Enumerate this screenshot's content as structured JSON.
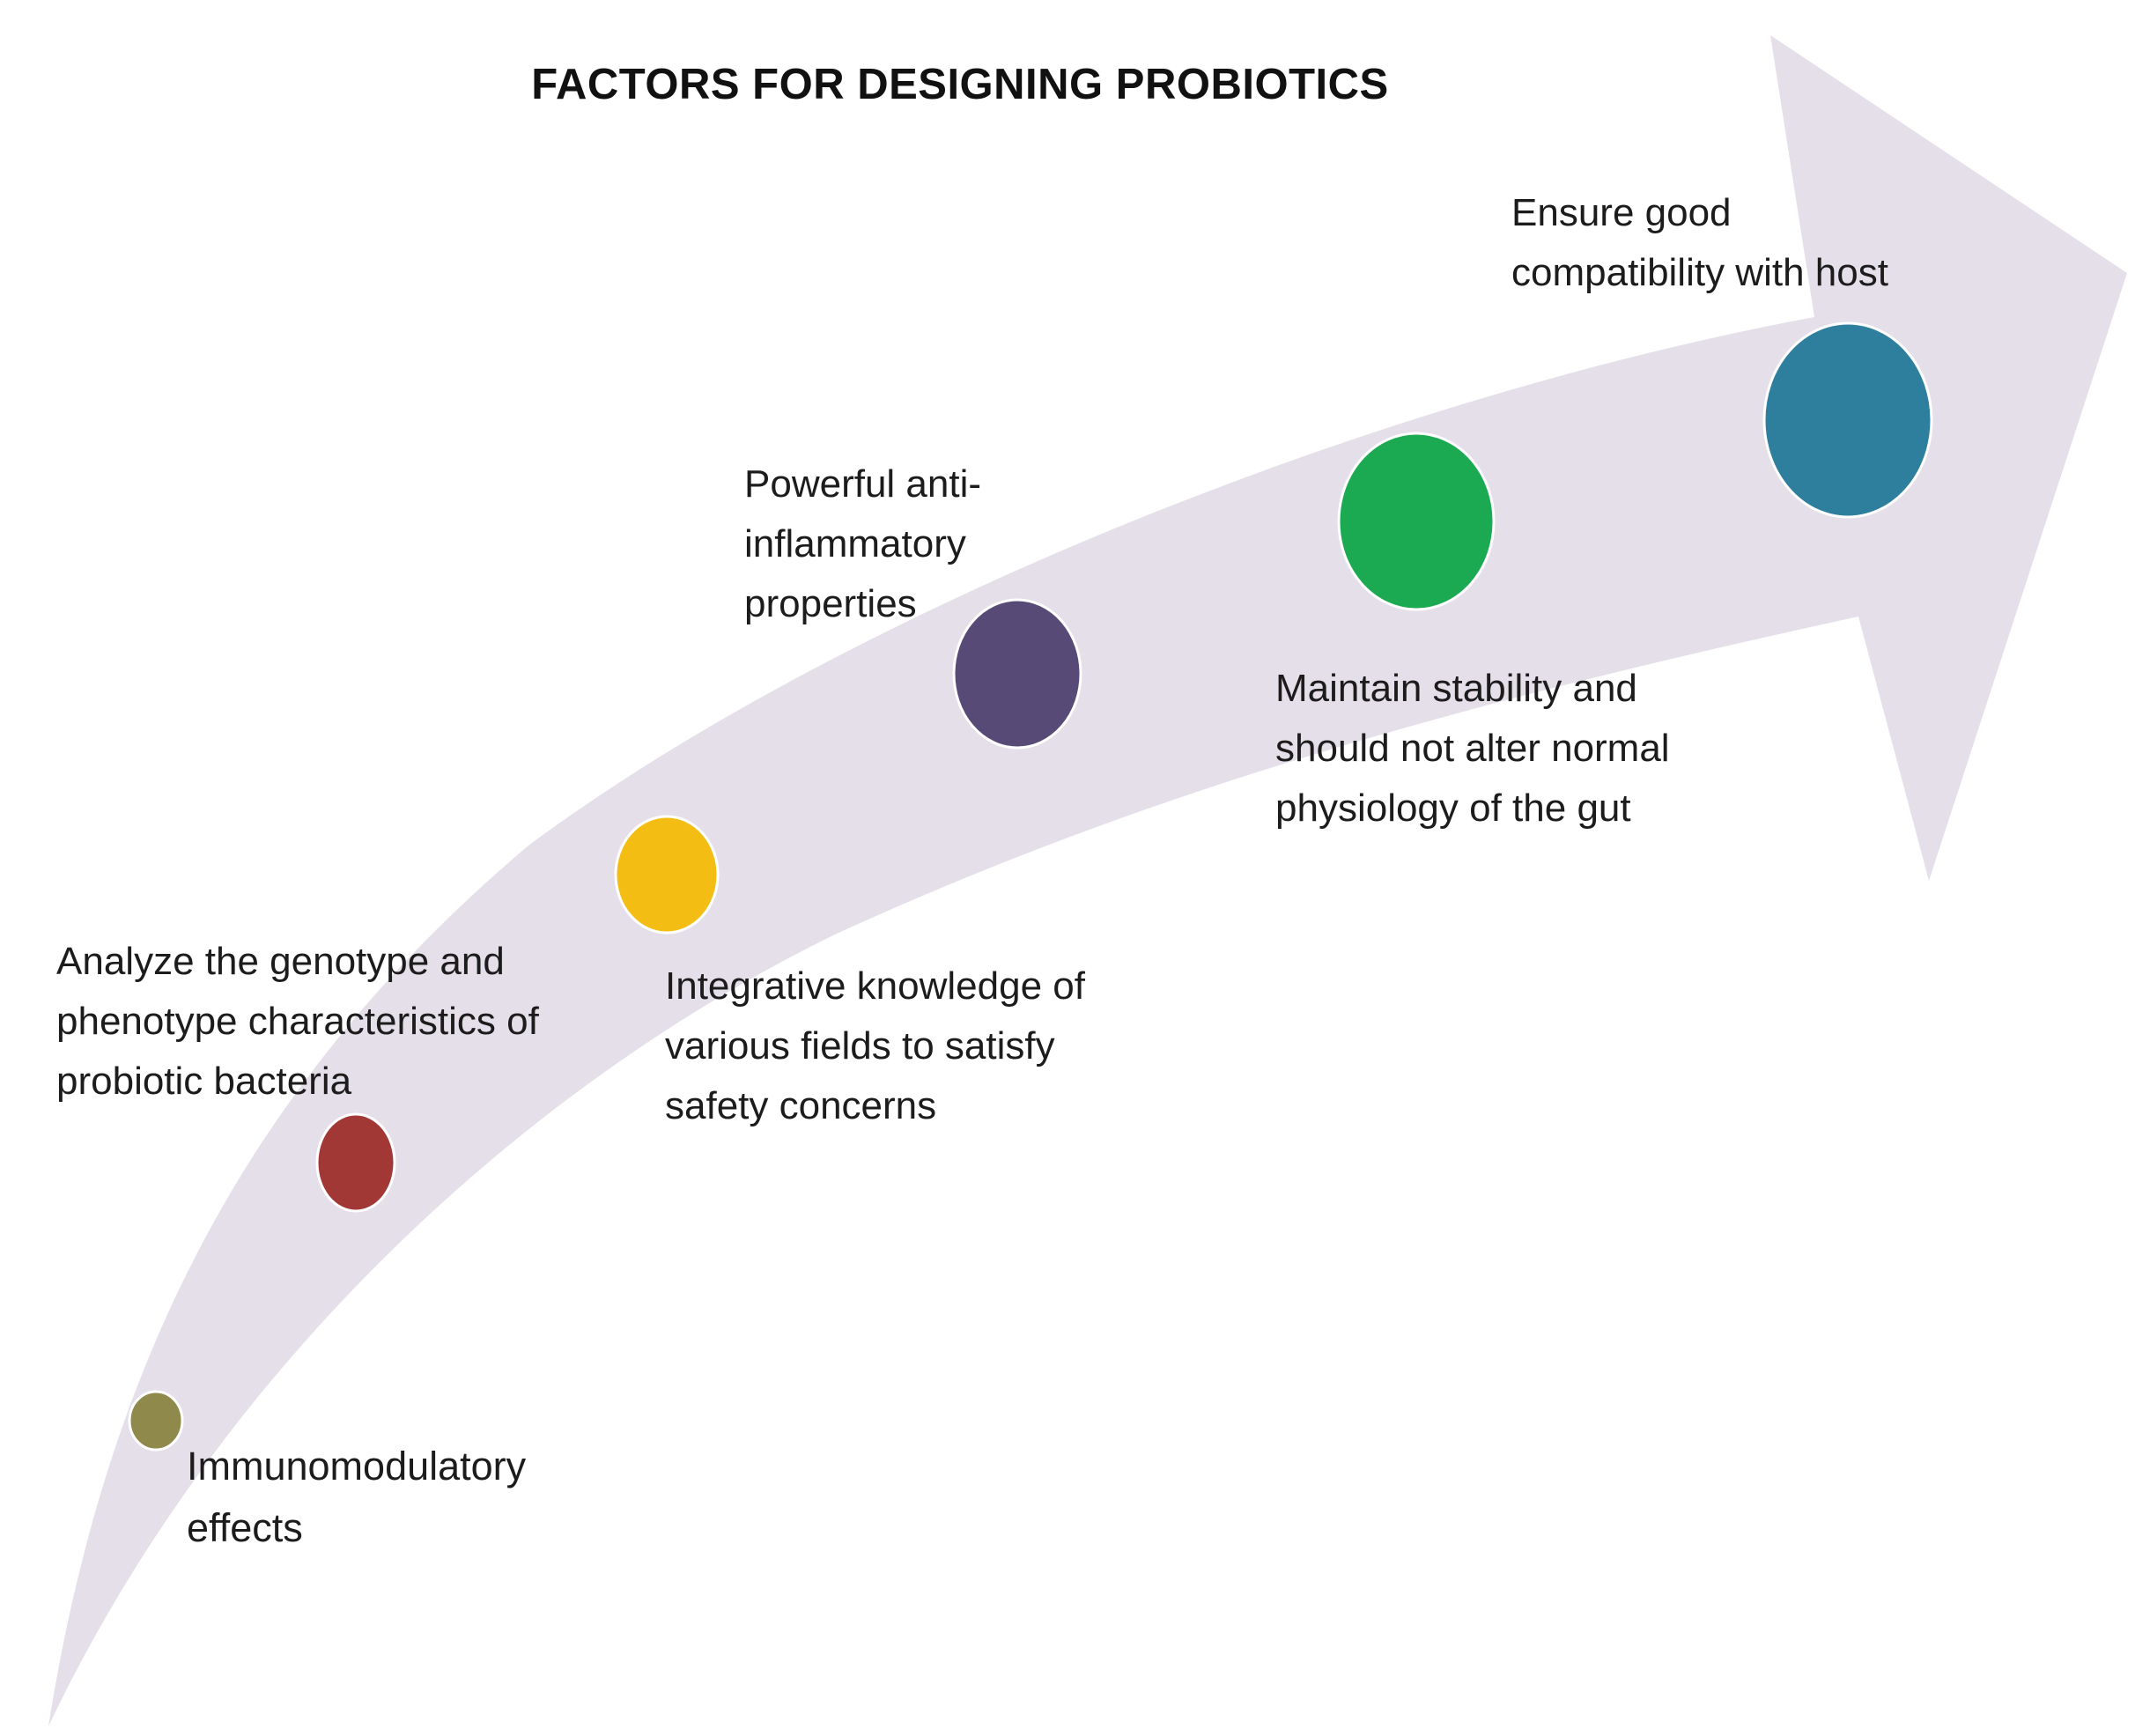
{
  "title": "FACTORS FOR DESIGNING PROBIOTICS",
  "arrow_color": "#e5dfe9",
  "steps": [
    {
      "label": "Immunomodulatory\neffects",
      "color": "#8f8a4b"
    },
    {
      "label": "Analyze the genotype and\nphenotype characteristics of\nprobiotic bacteria",
      "color": "#a23836"
    },
    {
      "label": "Integrative knowledge of\nvarious fields to satisfy\nsafety concerns",
      "color": "#f4bd13"
    },
    {
      "label": "Powerful anti-\ninflammatory\nproperties",
      "color": "#574a76"
    },
    {
      "label": "Maintain stability and\nshould not alter normal\nphysiology of the gut",
      "color": "#1ba952"
    },
    {
      "label": "Ensure good\ncompatibility with host",
      "color": "#2e7f9e"
    }
  ]
}
